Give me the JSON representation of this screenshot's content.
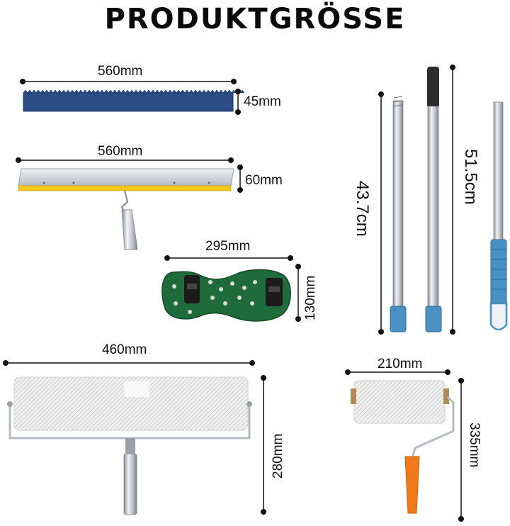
{
  "title": "PRODUKTGRÖSSE",
  "dimensions": {
    "spike_blade_length": "560mm",
    "spike_blade_height": "45mm",
    "squeegee_length": "560mm",
    "squeegee_height": "60mm",
    "shoe_length": "295mm",
    "shoe_width": "130mm",
    "pole_short": "43.7cm",
    "pole_long": "51.5cm",
    "roller_large_width": "460mm",
    "roller_large_height": "280mm",
    "roller_small_width": "210mm",
    "roller_small_height": "335mm"
  },
  "colors": {
    "blade_blue": "#2d4d86",
    "squeegee_yellow": "#f3c81b",
    "shoe_green": "#1f6b3b",
    "grip_blue": "#4a90c2",
    "handle_orange": "#f07a1a"
  }
}
